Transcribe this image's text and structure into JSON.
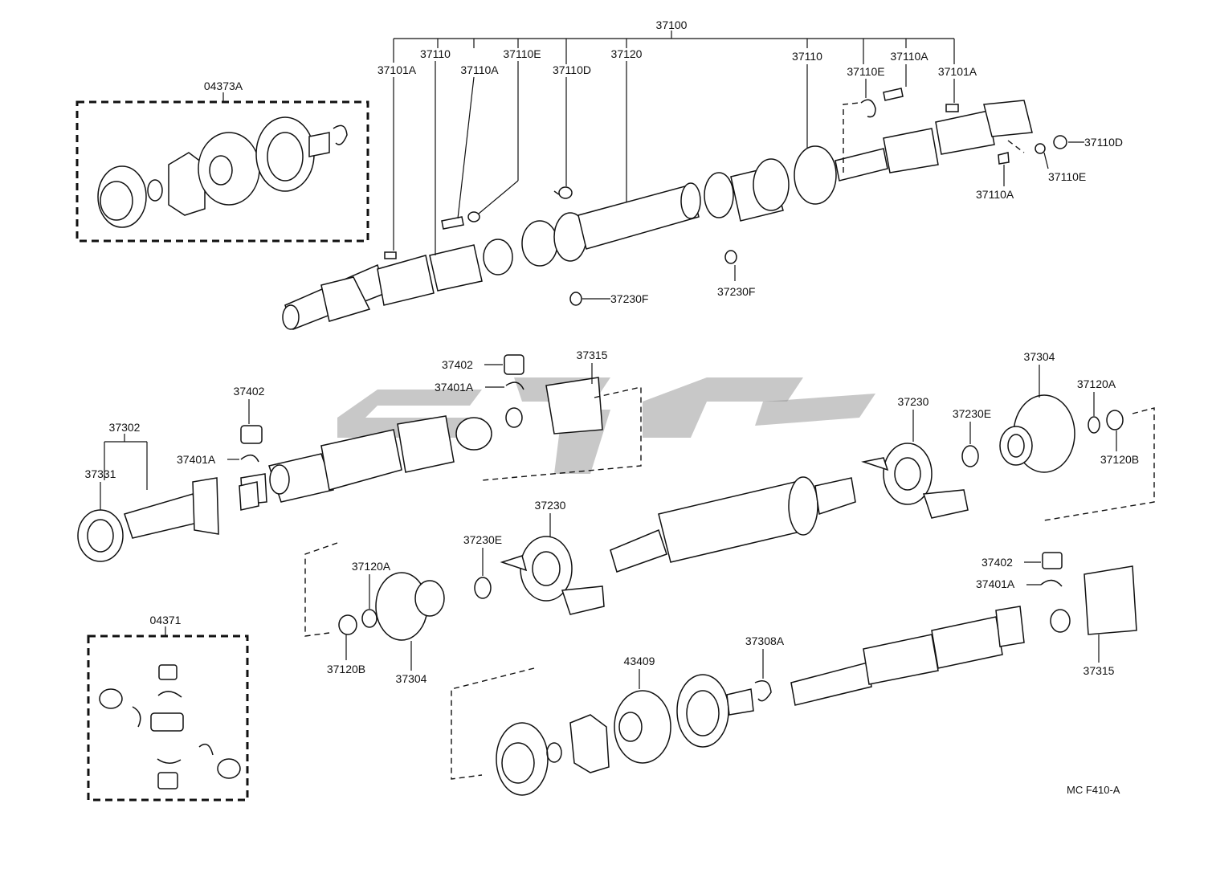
{
  "labels": {
    "assembly": "37100",
    "top_37101A_left": "37101A",
    "top_37110_left": "37110",
    "top_37110A_left": "37110A",
    "top_37110E_left": "37110E",
    "top_37110D_left": "37110D",
    "top_37120": "37120",
    "top_37110_right": "37110",
    "top_37110E_right": "37110E",
    "top_37110A_right": "37110A",
    "top_37101A_right": "37101A",
    "right_37110D": "37110D",
    "right_37110E": "37110E",
    "right_37110A": "37110A",
    "f_37230F_left": "37230F",
    "f_37230F_right": "37230F",
    "kit_04373A": "04373A",
    "kit_04371": "04371",
    "m_37402_a": "37402",
    "m_37401A_a": "37401A",
    "m_37315_a": "37315",
    "m_37402_b": "37402",
    "m_37401A_b": "37401A",
    "m_37302": "37302",
    "m_37331": "37331",
    "m_37304_r": "37304",
    "m_37120A_r": "37120A",
    "m_37120B_r": "37120B",
    "m_37230_r": "37230",
    "m_37230E_r": "37230E",
    "m_37230_c": "37230",
    "m_37230E_c": "37230E",
    "m_37120A_l": "37120A",
    "m_37120B_l": "37120B",
    "m_37304_l": "37304",
    "b_37402": "37402",
    "b_37401A": "37401A",
    "b_37315": "37315",
    "b_43409": "43409",
    "b_37308A": "37308A",
    "footer_code": "MC  F410-A"
  }
}
